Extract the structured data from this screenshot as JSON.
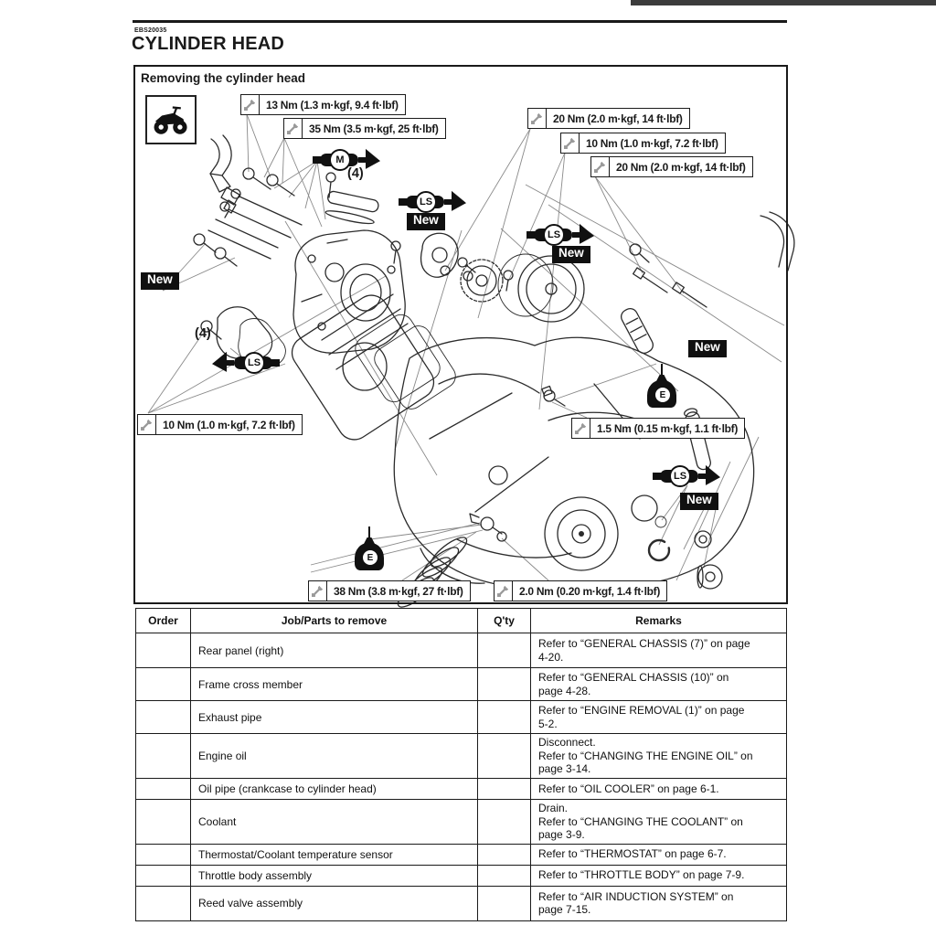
{
  "page": {
    "code": "EBS20035",
    "title": "CYLINDER HEAD"
  },
  "figure": {
    "title": "Removing the cylinder head",
    "vehicle_icon": "atv-icon",
    "new_label": "New",
    "qty_label": "(4)",
    "symbols": {
      "molybdenum_grease": "M",
      "lithium_soap_grease": "LS",
      "engine_oil": "E"
    },
    "torque_callouts": [
      {
        "text": "13 Nm (1.3 m·kgf, 9.4 ft·lbf)"
      },
      {
        "text": "35 Nm (3.5 m·kgf, 25 ft·lbf)"
      },
      {
        "text": "20 Nm (2.0 m·kgf, 14 ft·lbf)"
      },
      {
        "text": "10 Nm (1.0 m·kgf, 7.2 ft·lbf)"
      },
      {
        "text": "20 Nm (2.0 m·kgf, 14 ft·lbf)"
      },
      {
        "text": "10 Nm (1.0 m·kgf, 7.2 ft·lbf)"
      },
      {
        "text": "1.5 Nm (0.15 m·kgf, 1.1 ft·lbf)"
      },
      {
        "text": "38 Nm (3.8 m·kgf, 27 ft·lbf)"
      },
      {
        "text": "2.0 Nm (0.20 m·kgf, 1.4 ft·lbf)"
      }
    ]
  },
  "table": {
    "headers": [
      "Order",
      "Job/Parts to remove",
      "Q'ty",
      "Remarks"
    ],
    "rows": [
      {
        "order": "",
        "job": "Rear panel (right)",
        "qty": "",
        "remarks": "Refer to “GENERAL CHASSIS (7)” on page\n4-20."
      },
      {
        "order": "",
        "job": "Frame cross member",
        "qty": "",
        "remarks": "Refer to “GENERAL CHASSIS (10)” on\npage 4-28."
      },
      {
        "order": "",
        "job": "Exhaust pipe",
        "qty": "",
        "remarks": "Refer to “ENGINE REMOVAL (1)” on page\n5-2."
      },
      {
        "order": "",
        "job": "Engine oil",
        "qty": "",
        "remarks": "Disconnect.\nRefer to “CHANGING THE ENGINE OIL” on\npage 3-14."
      },
      {
        "order": "",
        "job": "Oil pipe (crankcase to cylinder head)",
        "qty": "",
        "remarks": "Refer to “OIL COOLER” on page 6-1."
      },
      {
        "order": "",
        "job": "Coolant",
        "qty": "",
        "remarks": "Drain.\nRefer to “CHANGING THE COOLANT” on\npage 3-9."
      },
      {
        "order": "",
        "job": "Thermostat/Coolant temperature sensor",
        "qty": "",
        "remarks": "Refer to “THERMOSTAT” on page 6-7."
      },
      {
        "order": "",
        "job": "Throttle body assembly",
        "qty": "",
        "remarks": "Refer to “THROTTLE BODY” on page 7-9."
      },
      {
        "order": "",
        "job": "Reed valve assembly",
        "qty": "",
        "remarks": "Refer to “AIR INDUCTION SYSTEM” on\npage 7-15."
      }
    ]
  },
  "colors": {
    "ink": "#1a1a1a",
    "paper": "#ffffff",
    "leader_line": "#8a8a8a",
    "wrench_icon_gray": "#9a9a9a"
  }
}
